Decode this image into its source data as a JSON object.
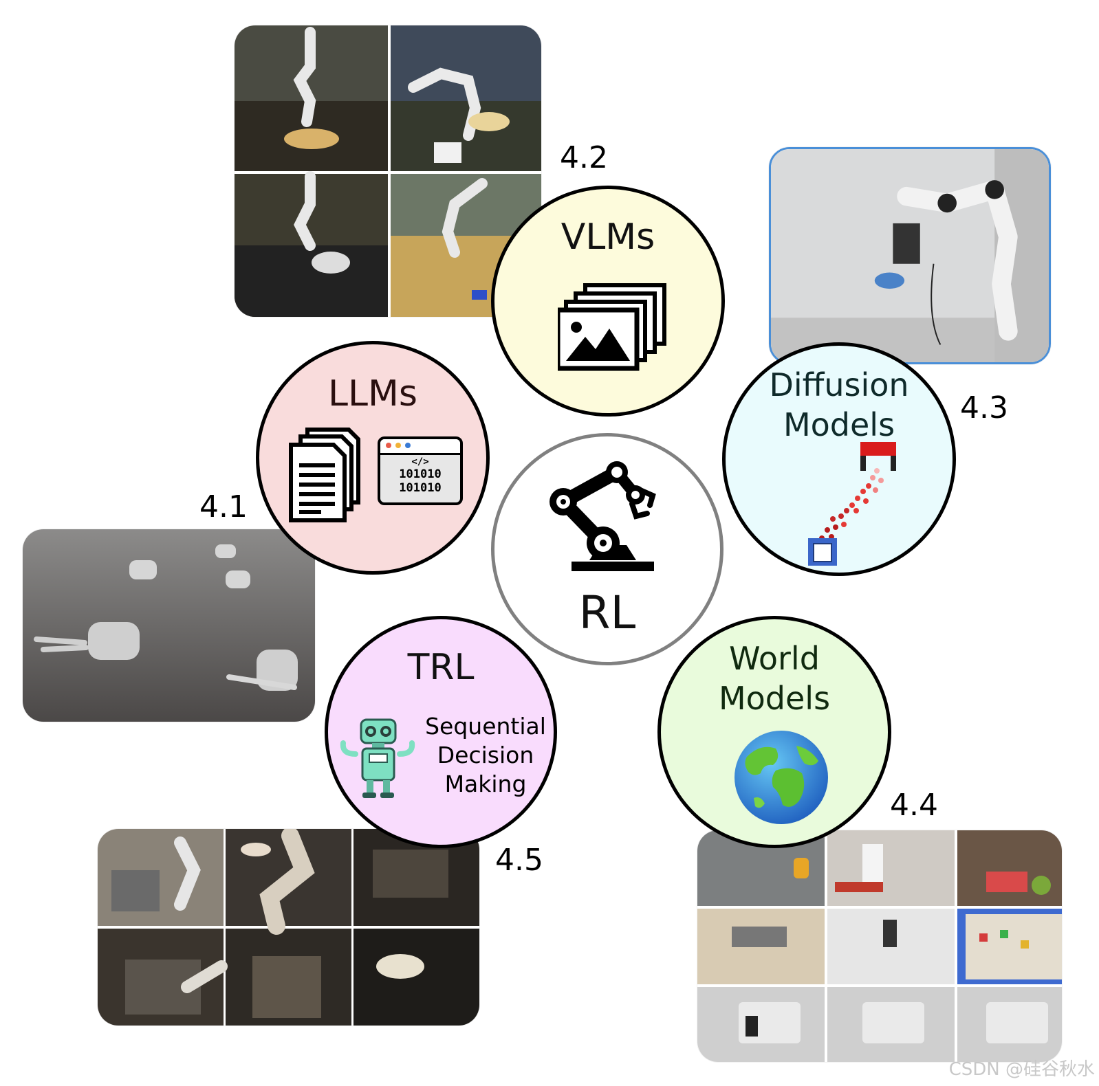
{
  "center": {
    "label": "RL"
  },
  "nodes": {
    "llms": {
      "title": "LLMs",
      "code_line1": "101010",
      "code_line2": "101010",
      "section": "4.1"
    },
    "vlms": {
      "title": "VLMs",
      "section": "4.2"
    },
    "diffusion": {
      "title_line1": "Diffusion",
      "title_line2": "Models",
      "section": "4.3"
    },
    "world": {
      "title_line1": "World",
      "title_line2": "Models",
      "section": "4.4"
    },
    "trl": {
      "title": "TRL",
      "caption_line1": "Sequential",
      "caption_line2": "Decision",
      "caption_line3": "Making",
      "section": "4.5"
    }
  },
  "colors": {
    "llms_fill": "#f9dcdc",
    "vlms_fill": "#fdfbdc",
    "diffusion_fill": "#e9fbfd",
    "world_fill": "#e9fbdc",
    "trl_fill": "#f9dcfd",
    "center_border": "#808080"
  },
  "watermark": "CSDN @硅谷秋水"
}
